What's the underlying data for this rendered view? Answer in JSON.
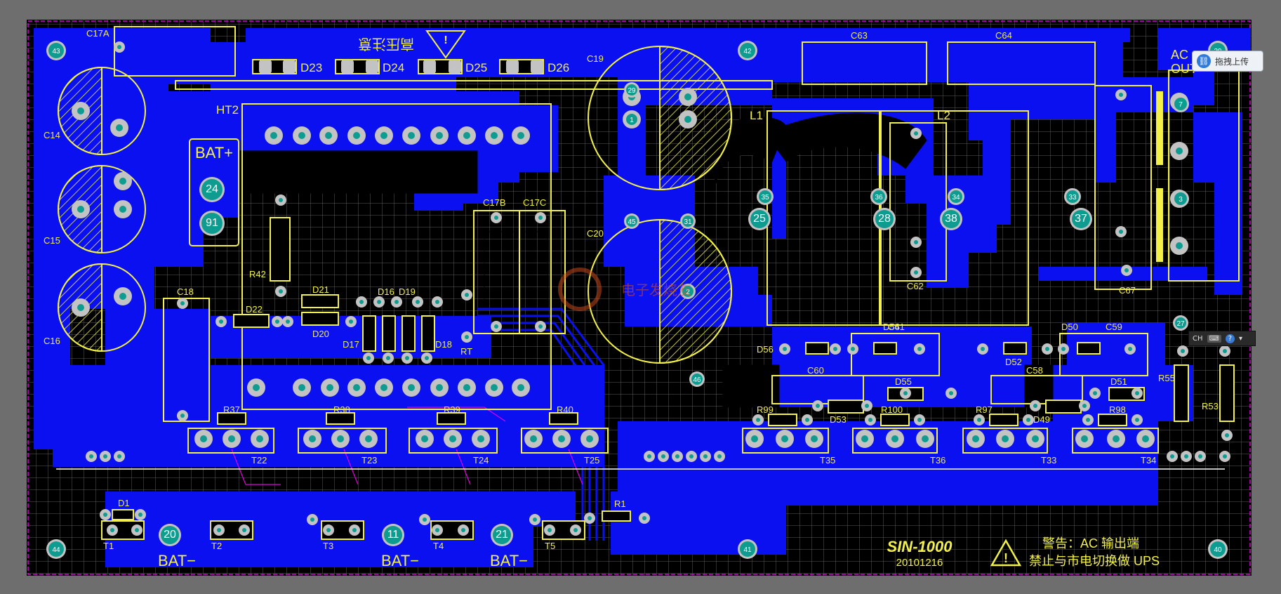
{
  "board": {
    "name": "SIN-1000",
    "date": "20101216",
    "hv_warning": "高压注意",
    "ac_warning_line1": "警告：AC 输出端",
    "ac_warning_line2": "禁止与市电切换做 UPS",
    "ac_out_label": "AC\nOUT",
    "watermark": "电子发烧友"
  },
  "labels": {
    "C17A": "C17A",
    "C14": "C14",
    "C15": "C15",
    "C16": "C16",
    "C17B": "C17B",
    "C17C": "C17C",
    "C18": "C18",
    "C19": "C19",
    "C20": "C20",
    "C58": "C58",
    "C59": "C59",
    "C60": "C60",
    "C61": "C61",
    "C62": "C62",
    "C63": "C63",
    "C64": "C64",
    "C67": "C67",
    "D1": "D1",
    "D16": "D16",
    "D17": "D17",
    "D18": "D18",
    "D19": "D19",
    "D20": "D20",
    "D21": "D21",
    "D22": "D22",
    "D23": "D23",
    "D24": "D24",
    "D25": "D25",
    "D26": "D26",
    "D49": "D49",
    "D50": "D50",
    "D51": "D51",
    "D52": "D52",
    "D53": "D53",
    "D54": "D54",
    "D55": "D55",
    "D56": "D56",
    "HT2": "HT2",
    "L1": "L1",
    "L2": "L2",
    "RT": "RT",
    "R1": "R1",
    "R37": "R37",
    "R38": "R38",
    "R39": "R39",
    "R40": "R40",
    "R42": "R42",
    "R53": "R53",
    "R55": "R55",
    "R97": "R97",
    "R98": "R98",
    "R99": "R99",
    "R100": "R100",
    "T1": "T1",
    "T2": "T2",
    "T3": "T3",
    "T4": "T4",
    "T5": "T5",
    "T22": "T22",
    "T23": "T23",
    "T24": "T24",
    "T25": "T25",
    "T33": "T33",
    "T34": "T34",
    "T35": "T35",
    "T36": "T36",
    "BAT_plus": "BAT+",
    "BAT_minus": "BAT−"
  },
  "pads": {
    "p43": "43",
    "p42": "42",
    "p39": "39",
    "p44": "44",
    "p41": "41",
    "p40": "40",
    "p24": "24",
    "p91": "91",
    "p20": "20",
    "p11": "11",
    "p21": "21",
    "p35": "35",
    "p36": "36",
    "p34": "34",
    "p33": "33",
    "p25": "25",
    "p28": "28",
    "p38": "38",
    "p37": "37",
    "p29": "29",
    "p1": "1",
    "p45": "45",
    "p31": "31",
    "p2": "2",
    "p46": "46",
    "p7": "7",
    "p3": "3",
    "p27": "27"
  },
  "ui": {
    "upload_label": "拖拽上传",
    "ime_label": "CH"
  },
  "colors": {
    "board_bg": "#000000",
    "copper": "#0a10f0",
    "silk": "#f2f04a",
    "pad": "#c3c3c3",
    "pad_center": "#0e9c91",
    "outline": "#e000e0",
    "grid": "#5a5a5a"
  }
}
